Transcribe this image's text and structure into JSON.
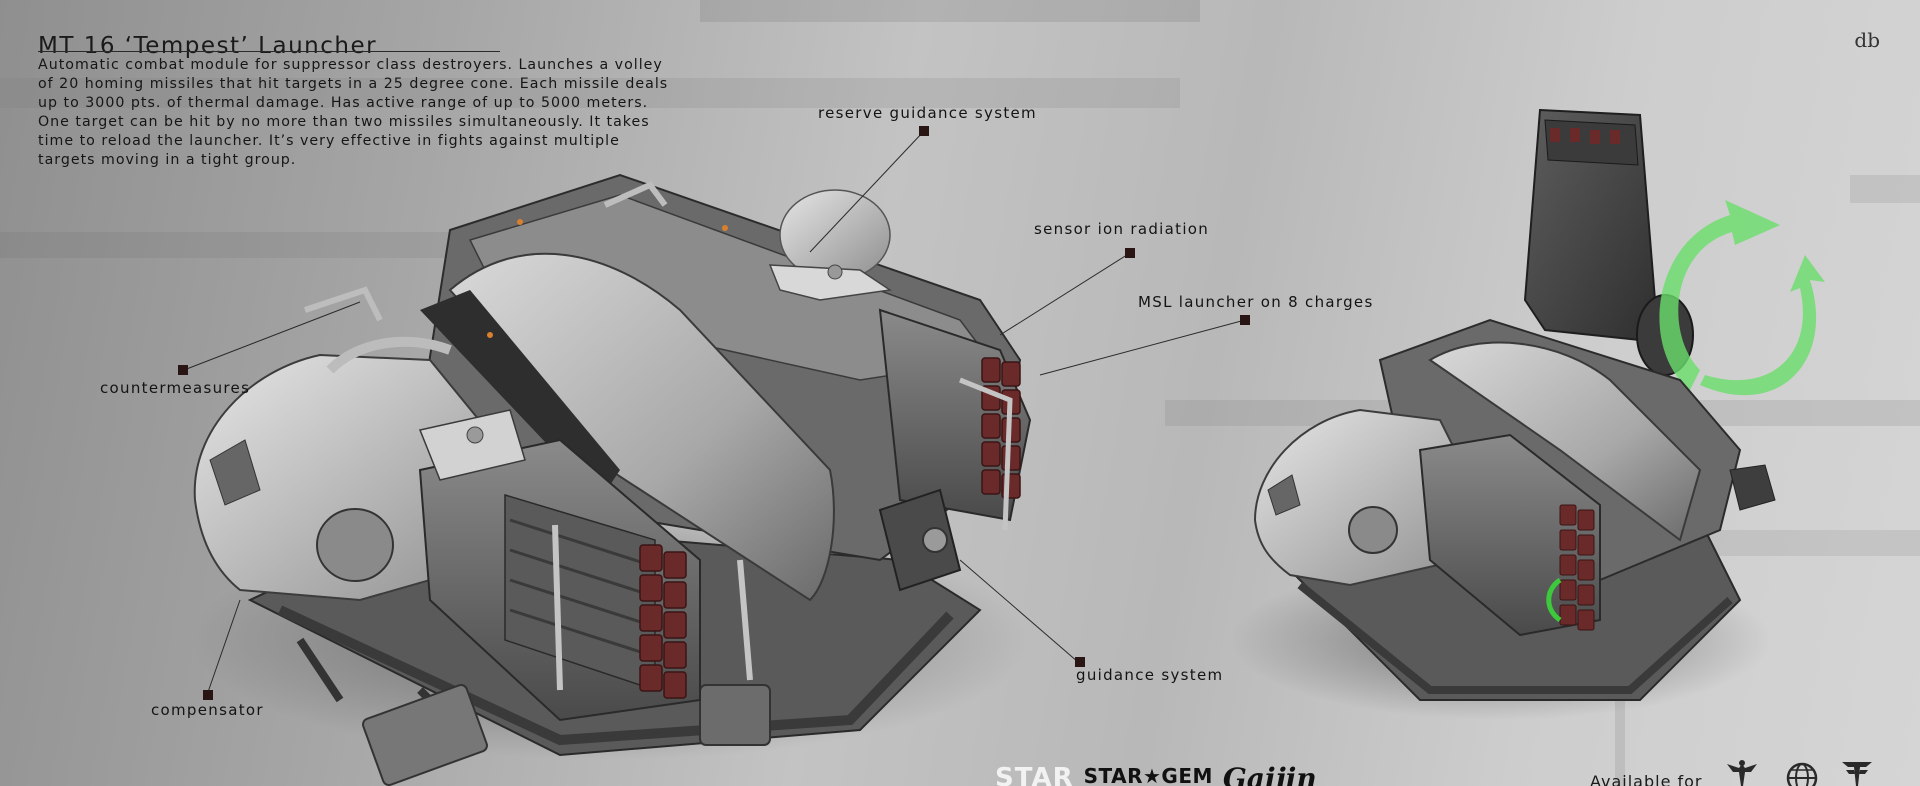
{
  "header": {
    "title": "MT 16 ‘Tempest’ Launcher",
    "description": "Automatic combat module for suppressor class destroyers. Launches a volley of 20 homing missiles that hit targets in a 25 degree cone. Each missile deals up to 3000 pts. of thermal damage. Has active range of up to 5000 meters. One target can be hit by no more than two missiles simultaneously. It takes time to reload the launcher. It’s very effective in fights against multiple targets moving in a tight group.",
    "signature": "db"
  },
  "callouts": {
    "reserve_guidance": "reserve guidance system",
    "sensor_ion": "sensor ion radiation",
    "msl_launcher": "MSL launcher on 8 charges",
    "countermeasures": "countermeasures",
    "compensator": "compensator",
    "guidance": "guidance system"
  },
  "footer": {
    "logo_star": "STAR",
    "logo_stargem": "STAR★GEM",
    "logo_gaijin": "Gaijin",
    "available_label": "Available for"
  },
  "icons": {
    "signature": "signature-icon",
    "platform_1": "eagle-emblem-icon",
    "platform_2": "globe-icon",
    "platform_3": "wing-emblem-icon",
    "reload_arrows": "reload-arrows-icon"
  },
  "colors": {
    "background_light": "#cdcdcd",
    "background_dark": "#8f8f8f",
    "callout_dot": "#2a1515",
    "missile_tip": "#6b2a2a",
    "reload_arrow": "#6bde6b",
    "text": "#1c1c1c"
  }
}
